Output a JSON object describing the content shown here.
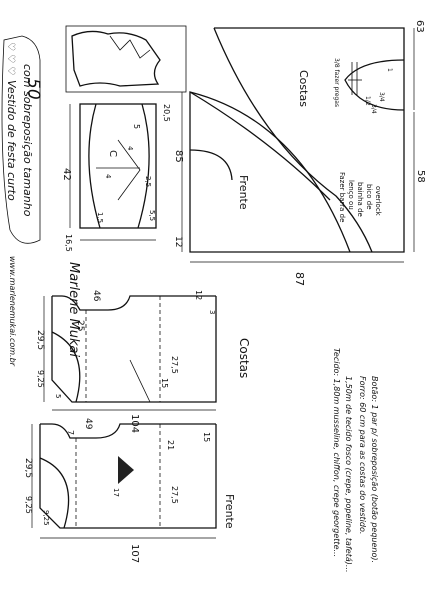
{
  "title": {
    "line1": "Vestido de festa curto",
    "line2": "com sobreposição tamanho",
    "size": "50",
    "hearts": "♡ ♡ ♡"
  },
  "website": "www.marlenemukai.com.br",
  "signature": "Marlene Mukai",
  "piece_labels": {
    "costas_top": "Costas",
    "frente_top": "Frente",
    "c": "C",
    "costas": "Costas",
    "frente": "Frente"
  },
  "notes": {
    "barra_1": "Fazer barra de",
    "barra_2": "lenço ou",
    "barra_3": "bainha de",
    "barra_4": "bico de",
    "barra_5": "overlock",
    "tecido_1": "Tecido: 1,80m musseline, chiffon, crepe georgette...",
    "tecido_2": "1,50m de tecido fosco (crepe, popeline, tafetá)...",
    "forro": "Forro: 60 cm para as costas do vestido.",
    "botao": "Botão: 1 par p/ sobreposição (botão pequeno)."
  },
  "measures": {
    "top": {
      "m63": "63",
      "m58": "58",
      "m87": "87",
      "m85": "85",
      "m12": "12",
      "c1": "3/8 fazer pregas",
      "c2": "1",
      "c3": "3/4",
      "c4": "1/2",
      "c5": "3/4"
    },
    "small": {
      "m42": "42",
      "m205": "20,5",
      "m165": "16,5",
      "m5": "5",
      "m4": "4",
      "m4b": "4",
      "m25": "2,5",
      "m55": "5,5",
      "m15a": "1,5"
    },
    "costas": {
      "m295": "29,5",
      "m925": "9,25",
      "m25": "25",
      "m46": "46",
      "m275": "27,5",
      "m15": "15",
      "m104": "104",
      "m12": "12",
      "m5": "5",
      "m3": "3"
    },
    "frente": {
      "m295": "29,5",
      "m925": "9,25",
      "m49": "49",
      "m21": "21",
      "m15": "15",
      "m275": "27,5",
      "m107": "107",
      "m7": "7",
      "m925b": "9,25",
      "m17": "17"
    }
  }
}
